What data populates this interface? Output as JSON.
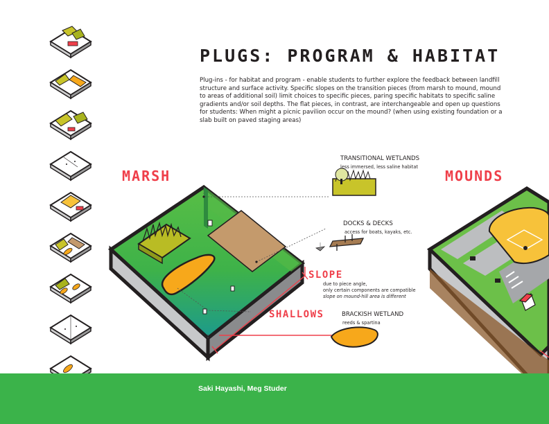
{
  "title": "PLUGS: PROGRAM & HABITAT",
  "intro": "Plug-ins - for habitat and program - enable students to further explore the feedback between landfill structure and surface activity. Specific slopes on the transition pieces (from marsh to mound, mound to areas of additional soil) limit choices to specific pieces, paring specific habitats to specific saline gradients and/or soil depths. The flat pieces, in contrast, are interchangeable and open up questions for students: When might a picnic pavilion occur on the mound? (when using existing foundation or a slab built on paved staging areas)",
  "sections": {
    "marsh": "MARSH",
    "mounds": "MOUNDS"
  },
  "callouts": {
    "transitional_wetlands": {
      "title": "TRANSITIONAL WETLANDS",
      "sub": "less immersed, less saline habitat"
    },
    "docks_decks": {
      "title": "DOCKS & DECKS",
      "sub": "access for boats, kayaks, etc."
    },
    "slope": {
      "label": "SLOPE",
      "line1": "due to piece angle,",
      "line2": "only certain components are compatible",
      "line3": "slope on mound-hill area is different"
    },
    "shallows": {
      "label": "SHALLOWS"
    },
    "brackish_wetland": {
      "title": "BRACKISH WETLAND",
      "sub": "reeds & spartina"
    }
  },
  "footer": {
    "authors": "Saki Hayashi, Meg Studer"
  },
  "colors": {
    "accent_red": "#ef3f4a",
    "footer_green": "#3bb34a",
    "marsh_green": "#4db848",
    "water_teal": "#1a9a8c",
    "habitat_yellow": "#f7a81b",
    "wetland_olive": "#c8c42a",
    "deck_tan": "#c49a6c"
  },
  "icons": [
    "marsh-tile-icon",
    "transitional-wetland-icon",
    "docks-deck-icon",
    "brackish-wetland-icon",
    "baseball-field-icon",
    "house-icon"
  ]
}
